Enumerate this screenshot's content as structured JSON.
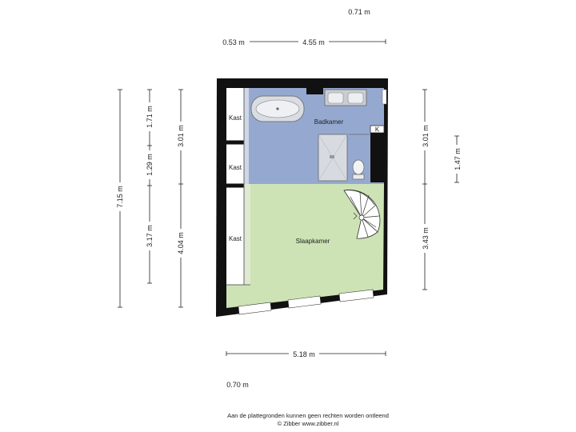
{
  "dimensions": {
    "top_small": "0.71 m",
    "top_left": "0.53 m",
    "top_main": "4.55 m",
    "left_total": "7.15 m",
    "left_upper": "1.71 m",
    "left_middle": "1.29 m",
    "left_lower": "3.17 m",
    "inner_upper": "3.01 m",
    "inner_lower": "4.04 m",
    "right_upper": "3.01 m",
    "right_small": "1.47 m",
    "right_lower": "3.43 m",
    "bottom_main": "5.18 m",
    "bottom_small": "0.70 m"
  },
  "rooms": {
    "closet_1": "Kast",
    "closet_2": "Kast",
    "closet_3": "Kast",
    "bathroom": "Badkamer",
    "bedroom": "Slaapkamer",
    "k_symbol": "K"
  },
  "colors": {
    "bathroom": "#95a9d0",
    "bedroom": "#cde3b5",
    "wall": "#111111"
  },
  "footer": {
    "disclaimer": "Aan de plattegronden kunnen geen rechten worden ontleend",
    "credit": "© Zibber www.zibber.nl"
  }
}
